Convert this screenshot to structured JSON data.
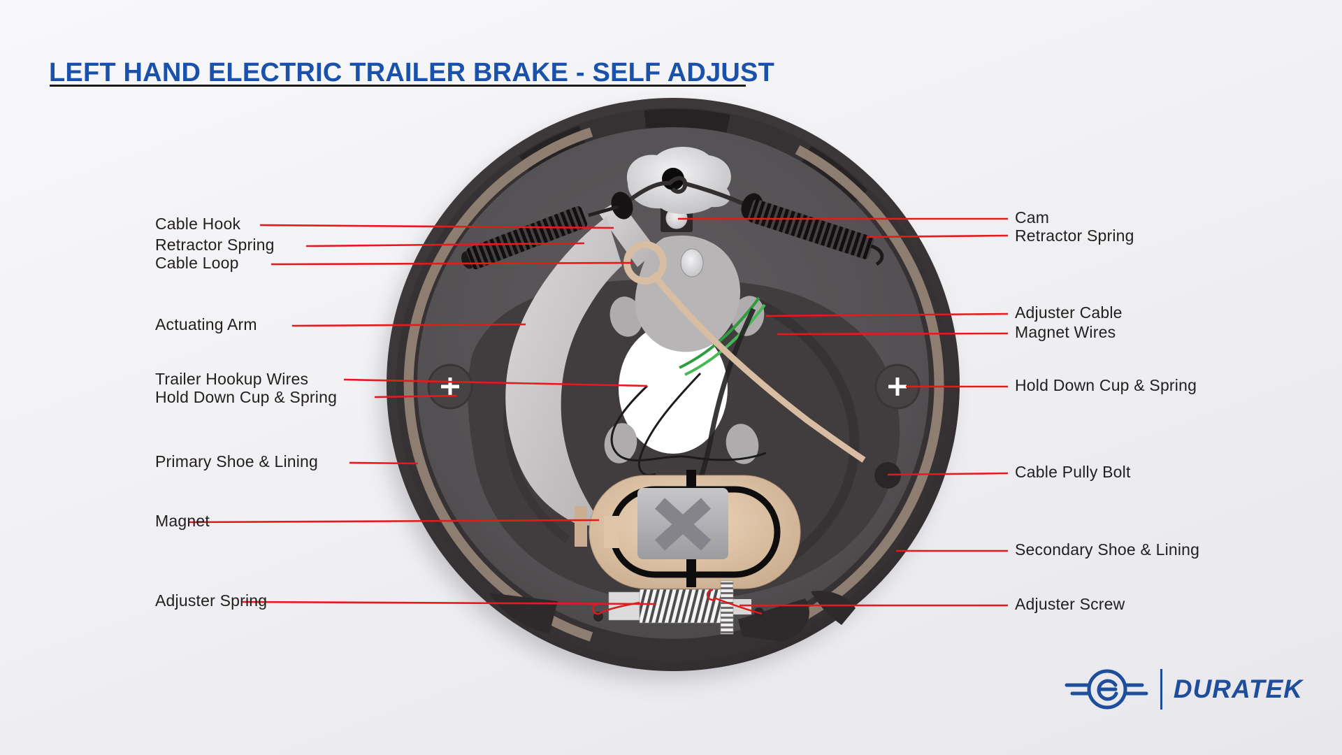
{
  "title": "LEFT HAND ELECTRIC TRAILER BRAKE - SELF ADJUST",
  "diagram": {
    "name": "left-hand-electric-trailer-brake-self-adjust",
    "labels_left": [
      {
        "id": "cable-hook",
        "text": "Cable Hook"
      },
      {
        "id": "retractor-spring-left",
        "text": "Retractor Spring"
      },
      {
        "id": "cable-loop",
        "text": "Cable Loop"
      },
      {
        "id": "actuating-arm",
        "text": "Actuating Arm"
      },
      {
        "id": "trailer-hookup-wires",
        "text": "Trailer Hookup Wires"
      },
      {
        "id": "hold-down-cup-spring-left",
        "text": "Hold Down Cup & Spring"
      },
      {
        "id": "primary-shoe-lining",
        "text": "Primary Shoe & Lining"
      },
      {
        "id": "magnet",
        "text": "Magnet"
      },
      {
        "id": "adjuster-spring",
        "text": "Adjuster Spring"
      }
    ],
    "labels_right": [
      {
        "id": "cam",
        "text": "Cam"
      },
      {
        "id": "retractor-spring-right",
        "text": "Retractor Spring"
      },
      {
        "id": "adjuster-cable",
        "text": "Adjuster Cable"
      },
      {
        "id": "magnet-wires",
        "text": "Magnet Wires"
      },
      {
        "id": "hold-down-cup-spring-right",
        "text": "Hold Down Cup & Spring"
      },
      {
        "id": "cable-pully-bolt",
        "text": "Cable Pully Bolt"
      },
      {
        "id": "secondary-shoe-lining",
        "text": "Secondary Shoe & Lining"
      },
      {
        "id": "adjuster-screw",
        "text": "Adjuster Screw"
      }
    ]
  },
  "brand": {
    "name": "DURATEK"
  },
  "colors": {
    "title_blue": "#1a52ab",
    "leader_red": "#e8191d",
    "label_text": "#221e1f",
    "brand_blue": "#1e4e9b",
    "drum_dark": "#3a3637",
    "backing_plate": "#545156",
    "shoe_lining": "#8d7e71",
    "magnet_tan": "#d9bda2",
    "magnet_wire_green": "#3aa94a"
  }
}
